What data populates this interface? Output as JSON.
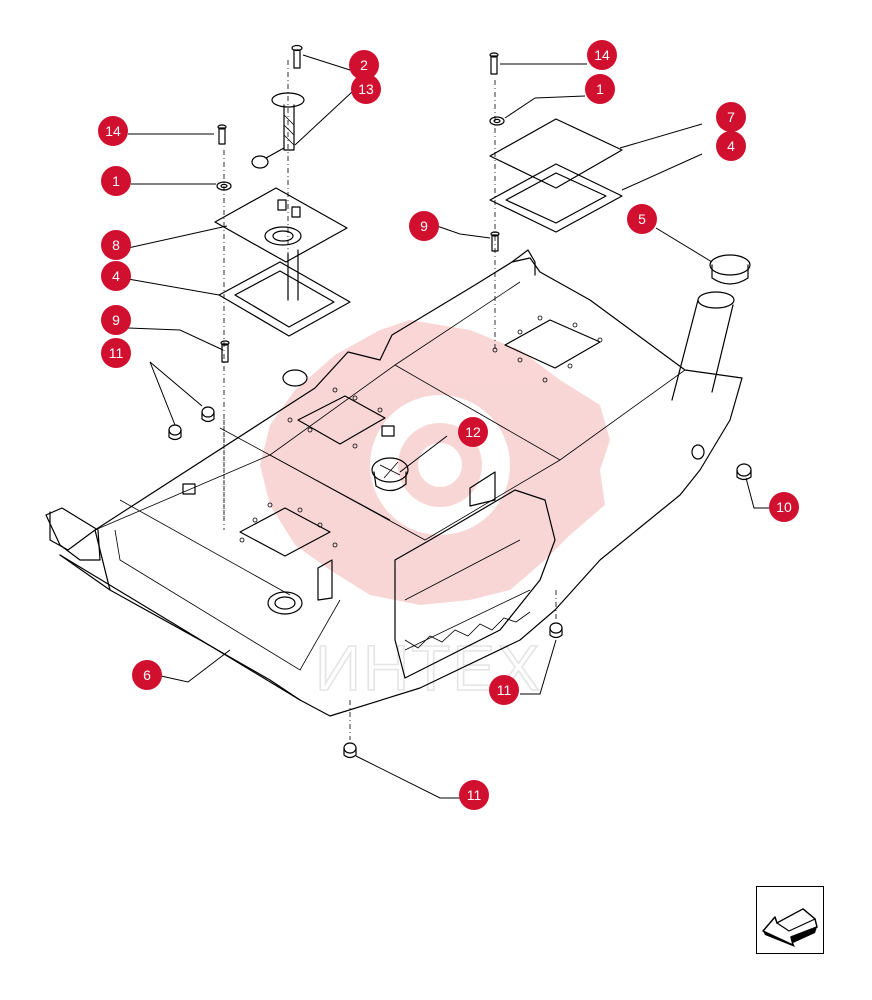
{
  "watermark": {
    "text": "ИНТЕХ",
    "color": "#f5b5b5"
  },
  "callout_color": "#d0102e",
  "callouts": [
    {
      "number": "1"
    },
    {
      "number": "1"
    },
    {
      "number": "2"
    },
    {
      "number": "4"
    },
    {
      "number": "4"
    },
    {
      "number": "5"
    },
    {
      "number": "6"
    },
    {
      "number": "7"
    },
    {
      "number": "8"
    },
    {
      "number": "9"
    },
    {
      "number": "9"
    },
    {
      "number": "10"
    },
    {
      "number": "11"
    },
    {
      "number": "11"
    },
    {
      "number": "11"
    },
    {
      "number": "12"
    },
    {
      "number": "13"
    },
    {
      "number": "14"
    },
    {
      "number": "14"
    }
  ],
  "nav": {
    "icon": "arrow-down-left-icon"
  }
}
